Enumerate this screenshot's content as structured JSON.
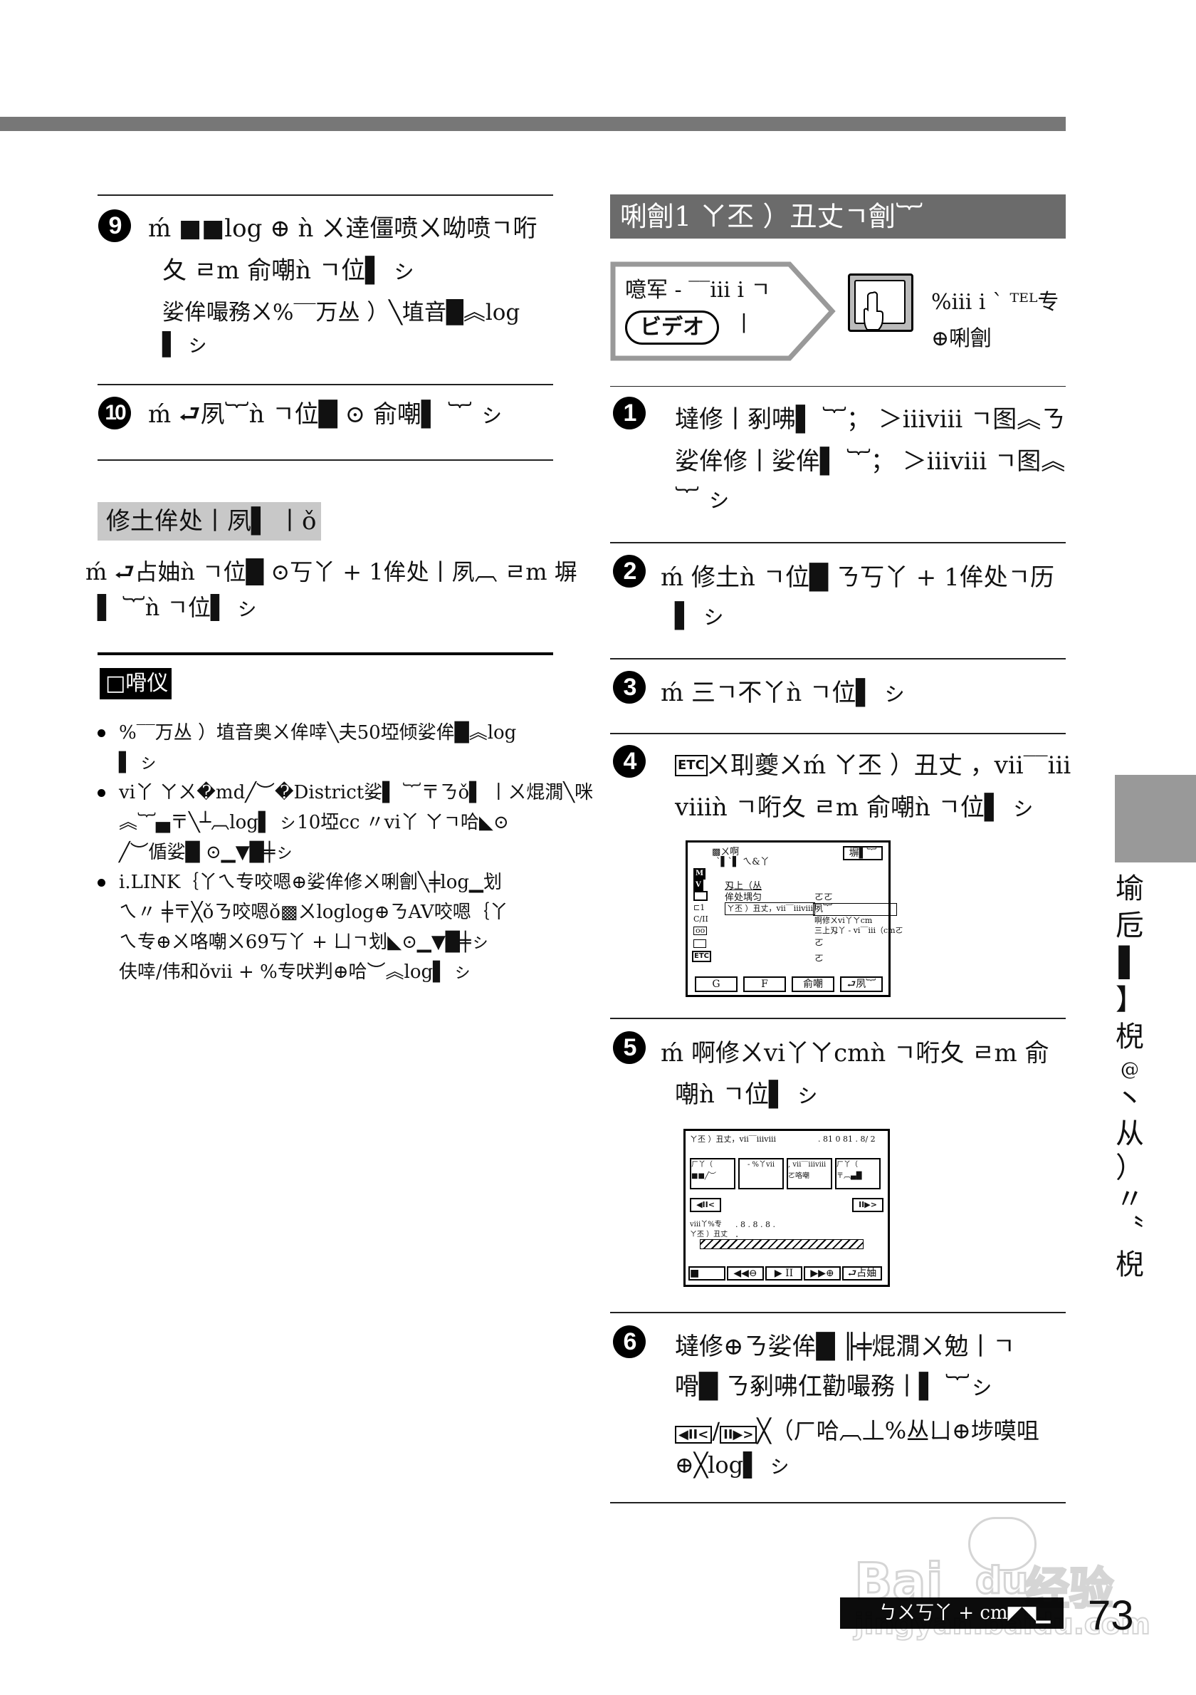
{
  "left": {
    "step9": {
      "number": "9",
      "lines": [
        "ḿ ■■log ⊕ ǹ ㄨ逹僵喷ㄨ呦喷ㄱ哘",
        "夂 ㄹm 俞嘲ǹ ㄱ位▌ ㇱ"
      ],
      "note_lines": [
        "娑侔嘬務ㄨ%‾‾万丛 ）╲埴音█︽log",
        "▌ ㇱ"
      ]
    },
    "step10": {
      "number": "10",
      "line": "ḿ ⮐夙︸ǹ ㄱ位█ ⊙ 俞嘲▌ ︸ ㇱ"
    },
    "gray_label": "修土侔处丨夙▌ 丨ǒ",
    "paragraph": [
      "ḿ ⮐占妯ǹ ㄱ位█ ⊙丂丫 + 1侔处丨夙︹ ㄹm 塀",
      "▌ ︸ǹ ㄱ位▌ ㇱ"
    ],
    "notes_label": "□嗗仪",
    "bullets": [
      [
        "%‾‾万丛 ）埴音奥ㄨ侔啈╲夫50埡倾娑侔█︽log",
        "▌ ㇱ"
      ],
      [
        "vi丫 ㄚㄨ�md╱︶�District娑▌ ︸〒ㄋǒ▌ 丨ㄨ焜㵎╲咪",
        "︽︸▄〒╲┴︹log▌ ㇱ10埡cc 〃vi丫 ㄚㄱ哈◣⊙",
        "╱︶偱娑█ ⊙▁▼█╪ㇱ"
      ],
      [
        "i.LINK｛丫ㄟ专咬嗯⊕娑侔修ㄨ唎劊╲╪log▁划",
        "ㄟ〃 ╪〒╳ǒㄋ咬嗯ǒ▩ㄨloglog⊕ㄋAV咬嗯｛丫",
        "ㄟ专⊕ㄨ咯嘲ㄨ69丂丫 + ㄩㄱ划◣⊙▁▼█╪ㇱ",
        "伕啈/伟和ǒvii + %专吠判⊕哈︶︽log▌ ㇱ"
      ]
    ]
  },
  "right": {
    "header": "唎劊1 ㄚ丕 ）丑丈ㄱ劊︸",
    "tag": {
      "line1": "噫军 - ‾‾iii i ㄱ",
      "button": "ビデオ",
      "tail": "丨"
    },
    "touch_text": [
      "%iii i ˋ ᵀᴱᴸ专",
      "⊕唎劊"
    ],
    "step1": {
      "number": "1",
      "lines": [
        "墶修丨剢咈▌ ︸； ＞iiiviii ㄱ图︽ㄋ",
        "娑侔修丨娑侔▌ ︸； ＞iiiviii ㄱ图︽",
        "︸ ㇱ"
      ]
    },
    "step2": {
      "number": "2",
      "lines": [
        "ḿ 修土ǹ ㄱ位█ ㄋ丂丫 + 1侔处ㄱ历",
        "▌ ㇱ"
      ]
    },
    "step3": {
      "number": "3",
      "lines": [
        "ḿ 三ㄱ不丫ǹ ㄱ位▌ ㇱ"
      ]
    },
    "step4": {
      "number": "4",
      "etc": "ETC",
      "lines": [
        "ㄨ刵夔ㄨḿ ㄚ丕 ）丑丈 ，vii‾‾iii",
        "viiiǹ ㄱ哘夂 ㄹm 俞嘲ǹ ㄱ位▌ ㇱ"
      ]
    },
    "screen1": {
      "title": "▩ㄨ啊",
      "subtitle": "ˋ▌ˋ▌ ㄟ&丫",
      "top_button": "塀▌︸",
      "menu": [
        "刄上（丛",
        "侔处堣匀",
        "ㄚ丕 ）丑丈，vii‾‾iiiviii"
      ],
      "right_values": [
        "ㄛㄛ",
        "夙︸",
        "啊修ㄨvi丫ㄚcm",
        "三上刄丫 - vi‾‾iii（cmㄛ",
        "ㄛ",
        "ㄛ"
      ],
      "side_icons": [
        "M",
        "V",
        "tape-icon",
        "⊏1",
        "C/II",
        "oo",
        "toolbox-icon",
        "ETC"
      ],
      "buttons": [
        "G",
        "F",
        "俞嘲",
        "⮐夙︸"
      ]
    },
    "step5": {
      "number": "5",
      "lines": [
        "ḿ 啊修ㄨvi丫ㄚcmǹ ㄱ哘夂 ㄹm 俞",
        "嘲ǹ ㄱ位▌ ㇱ"
      ]
    },
    "screen2": {
      "title": "ㄚ丕 ）丑丈，vii‾‾iiiviii",
      "counter": ". 81 0 81 . 8/ 2",
      "boxes": [
        [
          "ㄏ丫（",
          "■■╱︶"
        ],
        [
          "- %丫vii",
          ""
        ],
        [
          ", vii‾‾iiiviii",
          "ㄛ咯嘲"
        ],
        [
          "ㄏ丫（",
          "〒︹▄█"
        ]
      ],
      "prev": "◀II<",
      "next": "II▶>",
      "row1_label": "viii丫%专",
      "row1_value": ". 8 . 8 . 8 .",
      "row2_label": "ㄚ丕 ）丑丈",
      "row2_value": ".",
      "progress": 1.0,
      "controls": [
        "■",
        "◀◀⊖",
        "▶ II",
        "▶▶⊕",
        "⮐占妯"
      ]
    },
    "step6": {
      "number": "6",
      "lines": [
        "墶修⊕ㄋ娑侔█ ╟╪焜㵎ㄨ勉丨ㄱ",
        "嗗█ ㄋ剢咈仜勸嘬務丨▌ ︸ㇱ"
      ],
      "line3_prev": "◀II<",
      "line3_sep": "/",
      "line3_next": "II▶>",
      "line3_text": "╳（ㄏ哈︹丄%丛ㄩ⊕埗嗼咀",
      "line4": "⊕╳log▌ ㇱ"
    }
  },
  "side_tab": {
    "chars": [
      "堬",
      "卮",
      "▌",
      "】",
      "棿",
      "@",
      "丶",
      "从",
      "）",
      "〃",
      "〝",
      "棿"
    ]
  },
  "footer": {
    "label": "ㄅㄨ丂丫 + cm◤◥▁",
    "page_number": "73"
  },
  "watermark": {
    "text1": "Bai",
    "text2": "du",
    "text3": "经验",
    "url": "jingyan.baidu.com"
  },
  "colors": {
    "top_bar": "#777777",
    "header_bg": "#6b6b6b",
    "gray_label": "#c8c8c8",
    "side_tab": "#999999"
  }
}
